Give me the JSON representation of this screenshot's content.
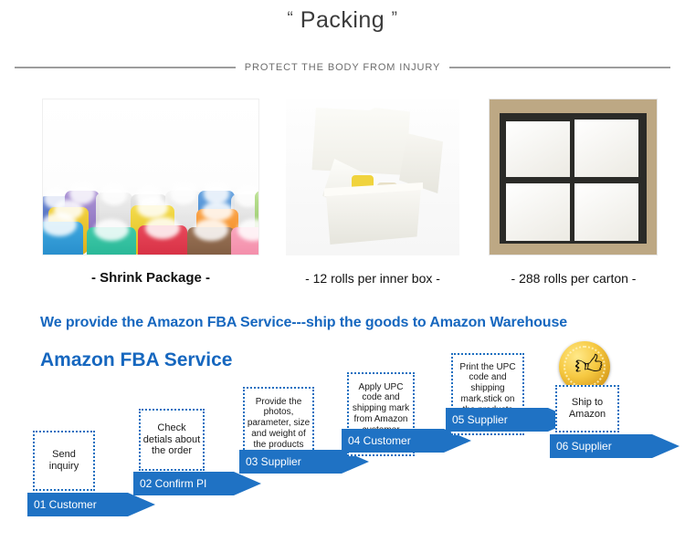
{
  "header": {
    "title": "Packing",
    "quote_open": "“",
    "quote_close": "”",
    "subtitle": "PROTECT THE BODY FROM INJURY"
  },
  "photos": [
    {
      "name": "shrink-wrapped-rolls-photo",
      "caption": "- Shrink Package -"
    },
    {
      "name": "inner-box-photo",
      "caption": "- 12 rolls per inner box -"
    },
    {
      "name": "carton-photo",
      "caption": "- 288 rolls per carton -"
    }
  ],
  "fba": {
    "tagline": "We provide the Amazon FBA Service---ship the goods to Amazon Warehouse",
    "heading": "Amazon FBA Service",
    "badge_icon": "thumbs-up-medal-icon"
  },
  "flow": {
    "steps": [
      {
        "note": "Send inquiry",
        "banner": "01 Customer"
      },
      {
        "note": "Check detials about the order",
        "banner": "02 Confirm PI"
      },
      {
        "note": "Provide the photos, parameter, size and weight of the products and package",
        "banner": "03 Supplier"
      },
      {
        "note": "Apply UPC code and shipping mark from Amazon customer service",
        "banner": "04 Customer"
      },
      {
        "note": "Print the UPC code and shipping mark,stick on the products and package",
        "banner": "05 Supplier"
      },
      {
        "note": "Ship to Amazon",
        "banner": "06 Supplier"
      }
    ]
  },
  "colors": {
    "accent_blue": "#1f72c4",
    "heading_blue": "#1667bf",
    "rule_gray": "#9d9d9d",
    "title_gray": "#3b3b3b"
  }
}
